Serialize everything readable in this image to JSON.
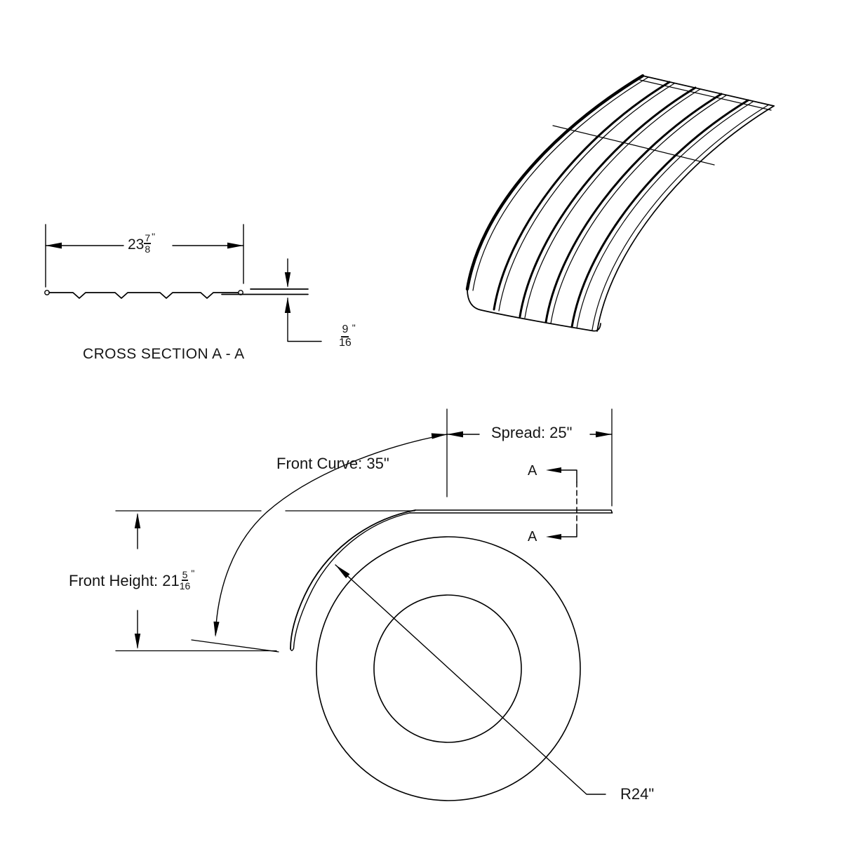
{
  "drawing": {
    "background_color": "#ffffff",
    "line_color": "#000000",
    "text_color": "#161616"
  },
  "cross_section": {
    "caption": "CROSS SECTION A - A",
    "width_dim": {
      "whole": "23",
      "numerator": "7",
      "denominator": "8",
      "unit": "\""
    },
    "thickness_dim": {
      "numerator": "9",
      "denominator": "16",
      "unit": "\""
    }
  },
  "side_view": {
    "spread_label": "Spread: 25\"",
    "front_curve_label": "Front Curve: 35\"",
    "front_height_prefix": "Front Height: 21",
    "front_height_fraction": {
      "numerator": "5",
      "denominator": "16",
      "unit": "\""
    },
    "radius_label": "R24\"",
    "section_marker_top": "A",
    "section_marker_bottom": "A"
  }
}
